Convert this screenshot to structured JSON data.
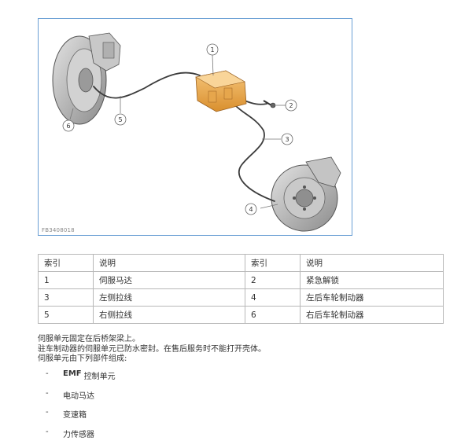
{
  "figure": {
    "callouts": [
      "1",
      "2",
      "3",
      "4",
      "5",
      "6"
    ],
    "image_id": "FB3408018"
  },
  "table": {
    "headers": [
      "索引",
      "说明",
      "索引",
      "说明"
    ],
    "rows": [
      [
        "1",
        "伺服马达",
        "2",
        "紧急解锁"
      ],
      [
        "3",
        "左侧拉线",
        "4",
        "左后车轮制动器"
      ],
      [
        "5",
        "右侧拉线",
        "6",
        "右后车轮制动器"
      ]
    ]
  },
  "description": [
    "伺服单元固定在后桥架梁上。",
    "驻车制动器的伺服单元已防水密封。在售后服务时不能打开壳体。",
    "伺服单元由下列部件组成:"
  ],
  "components": {
    "dash": "-",
    "emf_label": "EMF",
    "items": [
      "控制单元",
      "电动马达",
      "变速箱",
      "力传感器"
    ]
  }
}
